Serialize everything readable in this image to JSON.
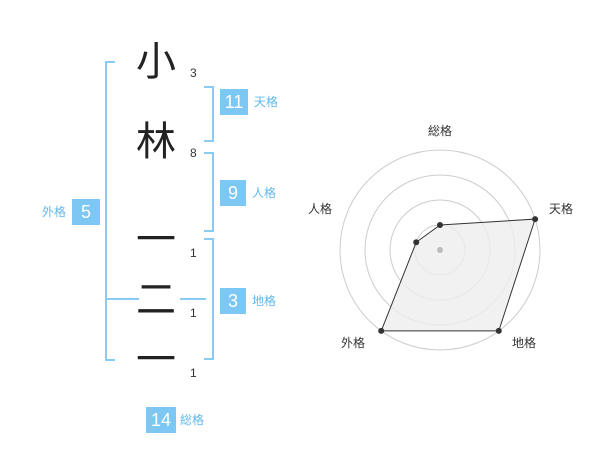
{
  "name": {
    "chars": [
      {
        "char": "小",
        "strokes": "3"
      },
      {
        "char": "林",
        "strokes": "8"
      },
      {
        "char": "一",
        "strokes": "1"
      },
      {
        "char": "二",
        "strokes": "1"
      },
      {
        "char": "一",
        "strokes": "1"
      }
    ]
  },
  "kakusu": {
    "tenkaku": {
      "value": "11",
      "label": "天格"
    },
    "jinkaku": {
      "value": "9",
      "label": "人格"
    },
    "chikaku": {
      "value": "3",
      "label": "地格"
    },
    "gaikaku": {
      "value": "5",
      "label": "外格"
    },
    "soukaku": {
      "value": "14",
      "label": "総格"
    }
  },
  "chart_data": {
    "type": "radar",
    "axes": [
      "総格",
      "天格",
      "地格",
      "外格",
      "人格"
    ],
    "max": 4,
    "rings": 4,
    "values": [
      1,
      4,
      4,
      4,
      1
    ],
    "colors": {
      "line": "#333333",
      "fill": "#eeeeee",
      "ring": "#cccccc",
      "point": "#333333",
      "center": "#bbbbbb"
    }
  }
}
